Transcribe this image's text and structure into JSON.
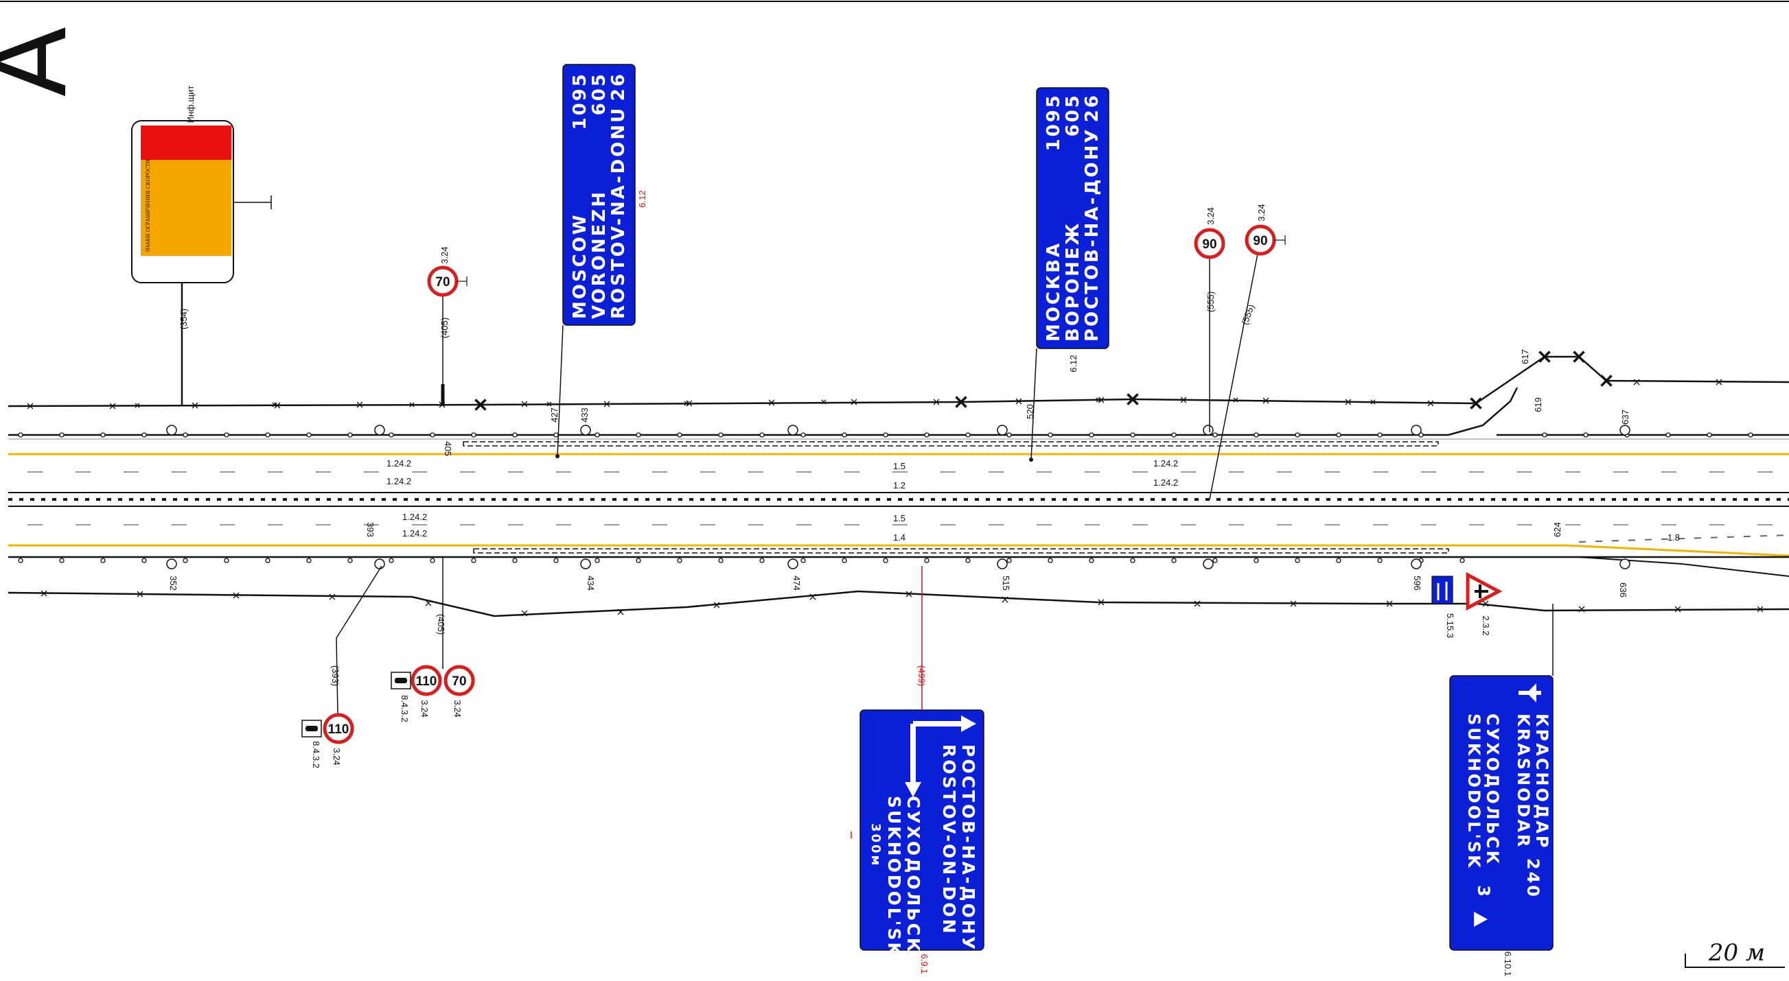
{
  "title_letter": "A",
  "scale_label": "20 м",
  "info_board": {
    "label": "Инф.щит",
    "offset": "(354)",
    "header": "ЗНАКИ ОГРАНИЧЕНИЯ СКОРОСТИ"
  },
  "sign_6_12_en": {
    "code": "6.12",
    "offset": "",
    "lines": [
      "MOSCOW",
      "VORONEZH",
      "ROSTOV-NA-DONU"
    ],
    "distances": [
      "1095",
      "605",
      "26"
    ]
  },
  "sign_6_12_ru": {
    "code": "6.12",
    "lines": [
      "МОСКВА",
      "ВОРОНЕЖ",
      "РОСТОВ-НА-ДОНУ"
    ],
    "distances": [
      "1095",
      "605",
      "26"
    ]
  },
  "sign_6_9_1": {
    "code": "6.9.1",
    "offset": "(499)",
    "lines": [
      "РОСТОВ-НА-ДОНУ",
      "ROSTOV-ON-DON",
      "СУХОДОЛЬСК",
      "SUKHODOL'SK"
    ],
    "distance": "300м"
  },
  "sign_6_10_1": {
    "code": "6.10.1",
    "lines": [
      "КРАСНОДАР",
      "KRASNODAR",
      "СУХОДОЛЬСК",
      "SUKHODOL'SK"
    ],
    "distances": [
      "240",
      "3"
    ]
  },
  "speed_signs": {
    "s70_top": {
      "value": "70",
      "code": "3.24",
      "offset": "(405)"
    },
    "s90_a": {
      "value": "90",
      "code": "3.24",
      "offset": "(555)"
    },
    "s90_b": {
      "value": "90",
      "code": "3.24",
      "offset": "(555)"
    },
    "s110_a": {
      "value": "110",
      "code": "3.24",
      "plate": "8.4.3.2",
      "offset": "(393)"
    },
    "s110_b": {
      "value": "110",
      "code": "3.24",
      "plate": "8.4.3.2",
      "offset": "(405)"
    },
    "s70_bot": {
      "value": "70",
      "code": "3.24"
    }
  },
  "markings": {
    "m1": "1.24.2",
    "m2": "1.24.2",
    "m3": "1.24.2",
    "m4": "1.24.2",
    "m5": "1.24.2",
    "m6": "1.24.2",
    "l15a": "1.5",
    "l12": "1.2",
    "l15b": "1.5",
    "l14": "1.4",
    "l18": "1.8"
  },
  "pickets": {
    "p427": "427",
    "p433": "433",
    "p520": "520",
    "p617": "617",
    "p619": "619",
    "p637": "637",
    "p624": "624",
    "p393": "393",
    "p405": "405",
    "p352": "352",
    "p434": "434",
    "p474": "474",
    "p515": "515",
    "p596": "596",
    "p636": "636"
  },
  "other_signs": {
    "sign_5_15_3": "5.15.3",
    "sign_2_3_2": "2.3.2"
  },
  "colors": {
    "sign_blue": "#0a1fd6",
    "speed_red": "#d42020",
    "lane_yellow": "#f0b400",
    "info_red": "#e81010",
    "info_orange": "#f5a500"
  }
}
